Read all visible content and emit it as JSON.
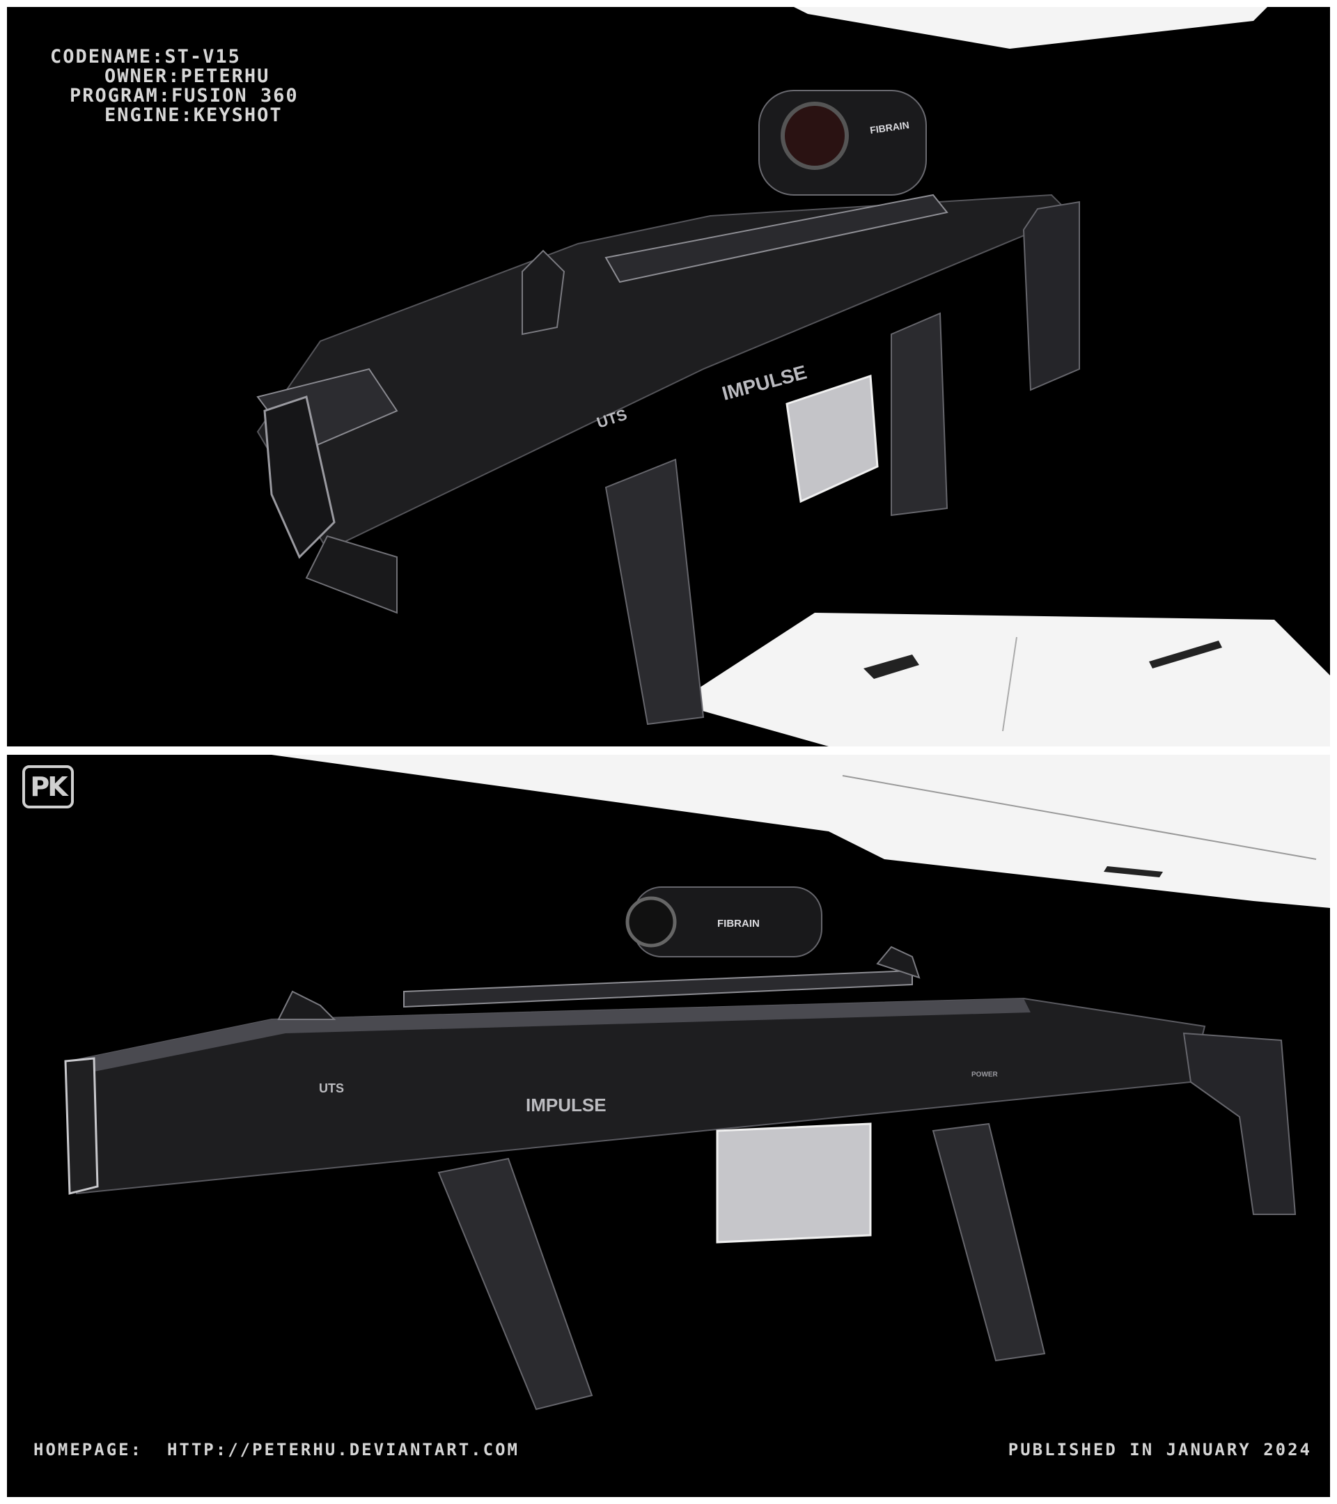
{
  "specs": {
    "codename_label": "CODENAME:",
    "codename_value": "ST-V15",
    "owner_label": "OWNER:",
    "owner_value": "PETERHU",
    "program_label": "PROGRAM:",
    "program_value": "FUSION 360",
    "engine_label": "ENGINE:",
    "engine_value": "KEYSHOT"
  },
  "logo": {
    "text": "PK"
  },
  "footer": {
    "homepage_label": "HOMEPAGE:",
    "homepage_url": "HTTP://PETERHU.DEVIANTART.COM",
    "published": "PUBLISHED IN JANUARY 2024"
  },
  "markings": {
    "scope_brand": "FIBRAIN",
    "uts": "UTS",
    "impulse": "IMPULSE",
    "power": "POWER"
  },
  "colors": {
    "background": "#000000",
    "frame": "#ffffff",
    "text": "#d8d8d8",
    "gun_body": "#1c1c1e",
    "gun_highlight": "#6a6a6e"
  },
  "icons": {
    "logo": "pk-monogram-icon"
  }
}
